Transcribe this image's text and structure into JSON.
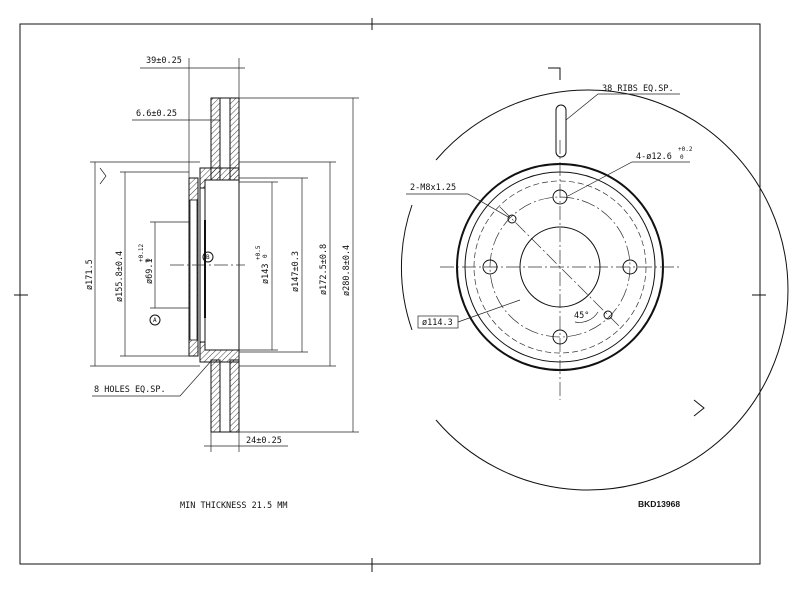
{
  "dimensions": {
    "hub_offset": "39±0.25",
    "flange_thickness": "6.6±0.25",
    "disc_thickness": "24±0.25",
    "d171": "ø171.5",
    "d155": "ø155.8±0.4",
    "d69": "ø69.1",
    "d69_tol_top": "+0.12",
    "d69_tol_bottom": "0",
    "d143": "ø143",
    "d143_tol_top": "+0.5",
    "d143_tol_bottom": "0",
    "d147": "ø147±0.3",
    "d172": "ø172.5±0.8",
    "d280": "ø280.8±0.4"
  },
  "labels": {
    "holes": "8 HOLES EQ.SP.",
    "ribs": "38 RIBS EQ.SP.",
    "bolt_holes": "4-ø12.6",
    "bolt_tol_top": "+0.2",
    "bolt_tol_bottom": "0",
    "threads": "2-M8x1.25",
    "pcd": "ø114.3",
    "angle": "45°",
    "marker_a": "A",
    "marker_b": "B"
  },
  "footer": {
    "min_thickness": "MIN THICKNESS 21.5 MM",
    "part_number": "BKD13968"
  }
}
